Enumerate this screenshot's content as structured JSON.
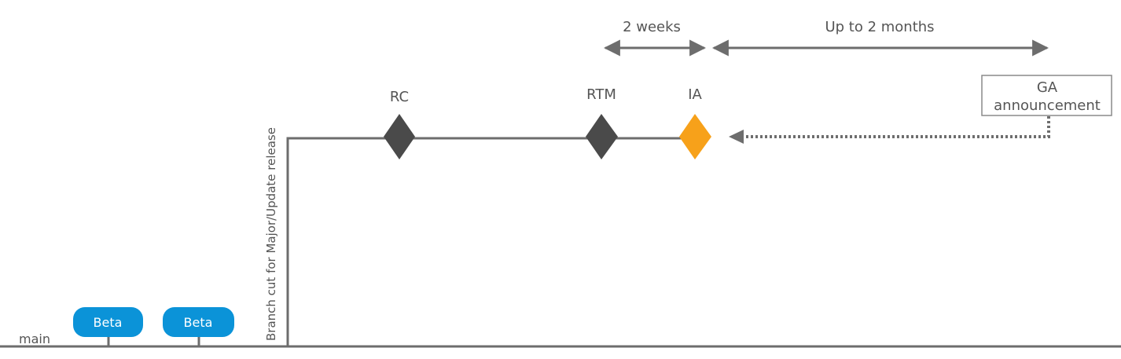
{
  "main_label": "main",
  "branch_label": "Branch cut for Major/Update release",
  "betas": [
    {
      "label": "Beta"
    },
    {
      "label": "Beta"
    }
  ],
  "milestones": [
    {
      "label": "RC",
      "color": "#4a4a4a"
    },
    {
      "label": "RTM",
      "color": "#4a4a4a"
    },
    {
      "label": "IA",
      "color": "#f7a11a"
    }
  ],
  "spans": [
    {
      "label": "2 weeks"
    },
    {
      "label": "Up to 2 months"
    }
  ],
  "ga_box": {
    "line1": "GA",
    "line2": "announcement"
  },
  "colors": {
    "line": "#6d6d6d",
    "beta_fill": "#0b93d8",
    "dark_diamond": "#4a4a4a",
    "ia_diamond": "#f7a11a",
    "text": "#555555"
  }
}
